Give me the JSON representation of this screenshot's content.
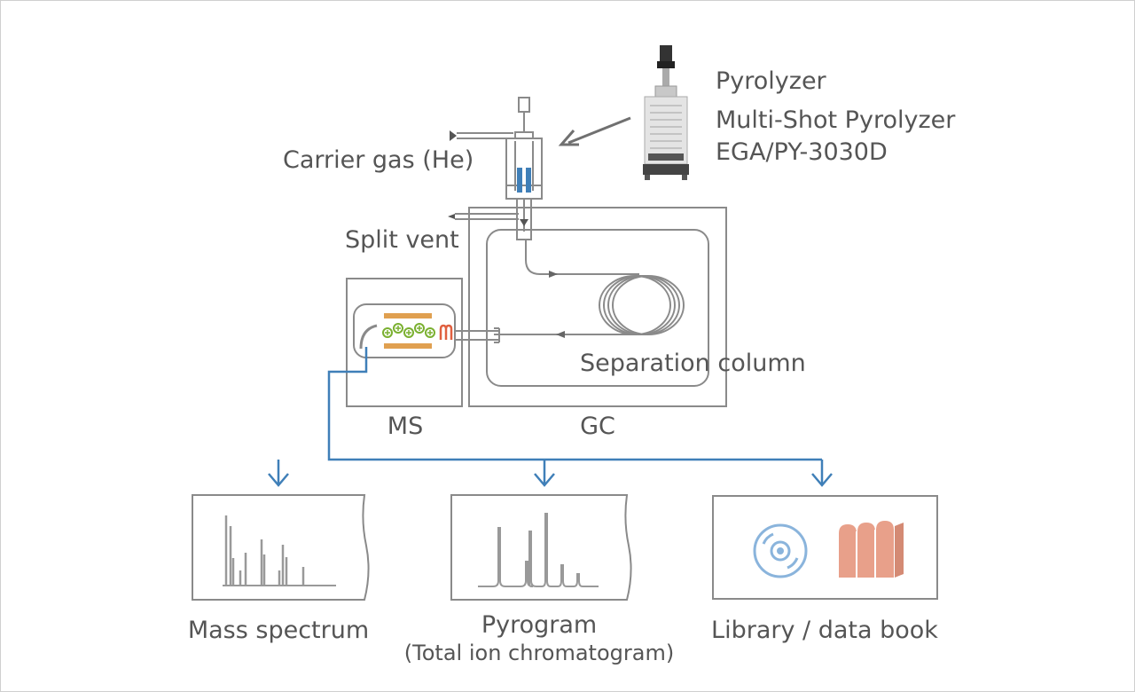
{
  "labels": {
    "pyrolyzer": "Pyrolyzer",
    "pyrolyzer_model_line1": "Multi-Shot Pyrolyzer",
    "pyrolyzer_model_line2": "EGA/PY-3030D",
    "carrier_gas": "Carrier gas (He)",
    "split_vent": "Split vent",
    "separation_column": "Separation column",
    "ms": "MS",
    "gc": "GC",
    "mass_spectrum": "Mass spectrum",
    "pyrogram": "Pyrogram",
    "pyrogram_sub": "(Total ion chromatogram)",
    "library": "Library / data book"
  },
  "colors": {
    "line": "#8a8a8a",
    "signal": "#3f7fb8",
    "heater": "#e0a050",
    "ion": "#7ab030",
    "filament": "#e06040",
    "books": "#e8a08a",
    "disc": "#8ab4dc"
  },
  "icons": {
    "disc": "cd-disc-icon",
    "books": "books-icon",
    "pyrolyzer": "pyrolyzer-unit-icon"
  }
}
